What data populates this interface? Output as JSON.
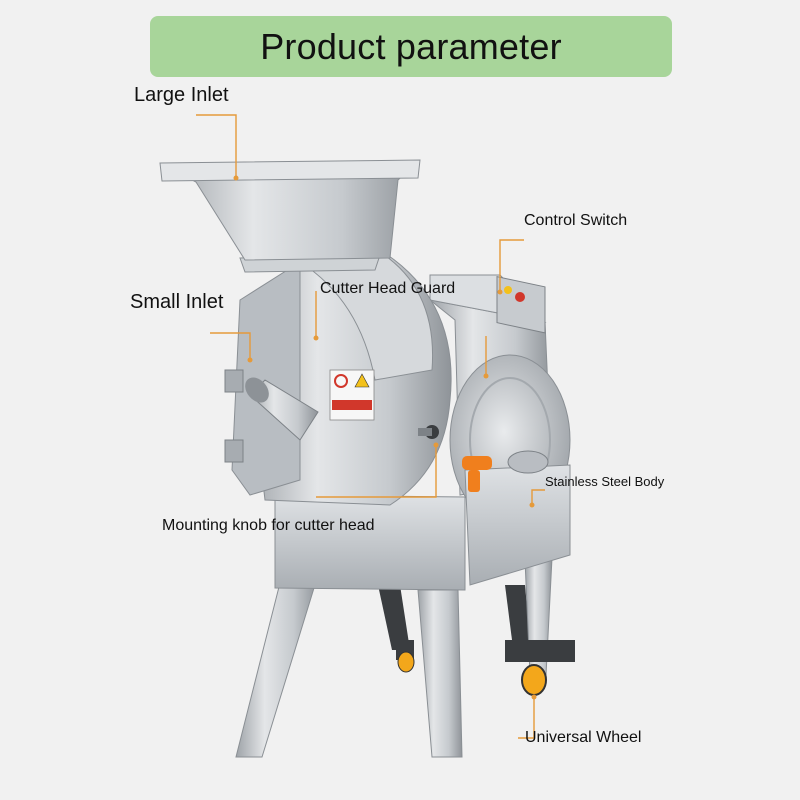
{
  "title": "Product parameter",
  "callouts": {
    "large_inlet": "Large Inlet",
    "small_inlet": "Small Inlet",
    "cutter_head_guard": "Cutter Head Guard",
    "control_switch": "Control Switch",
    "stainless_steel_body": "Stainless Steel Body",
    "mounting_knob": "Mounting knob for cutter head",
    "universal_wheel": "Universal Wheel"
  },
  "colors": {
    "title_bar": "#a8d59a",
    "leader_line": "#e59a3a",
    "steel": "#c9cdd1",
    "handle": "#f07f1d",
    "wheel": "#f3a71b"
  }
}
